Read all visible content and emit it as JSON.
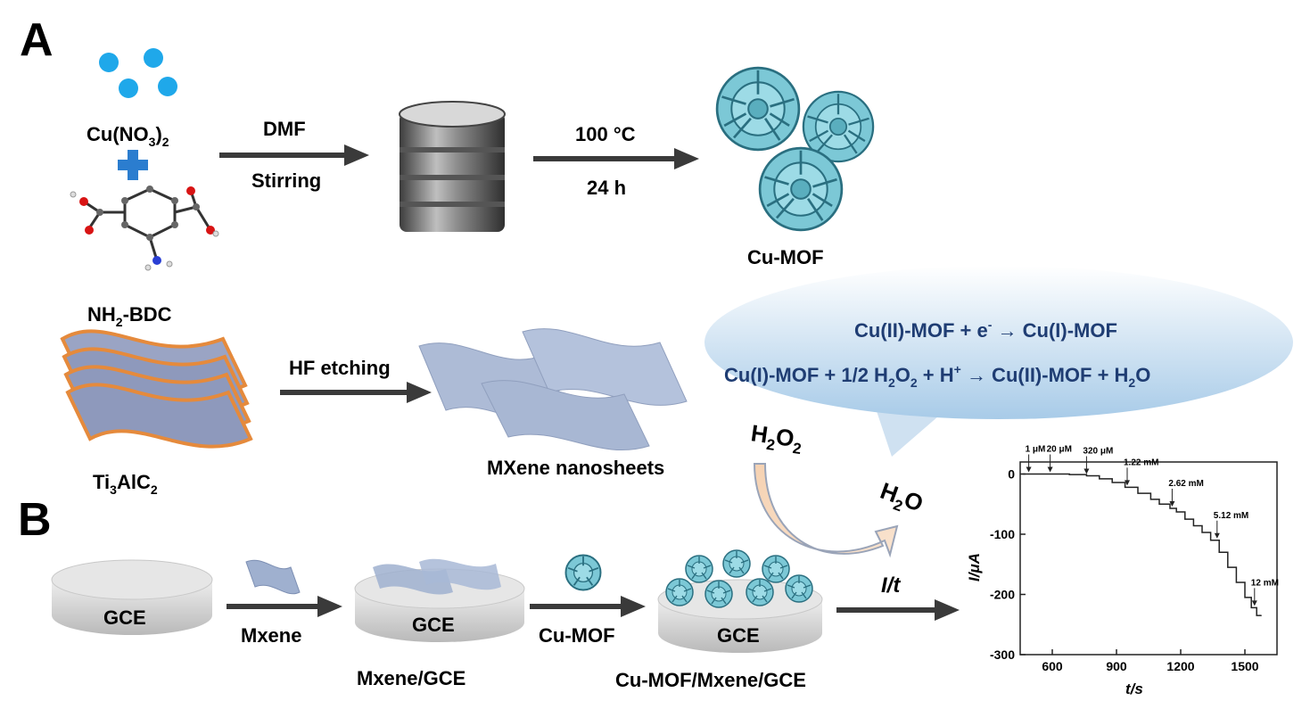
{
  "panels": {
    "a": "A",
    "b": "B"
  },
  "part_a": {
    "reagent_1": {
      "base": "Cu(NO",
      "sub": "3",
      "close": ")",
      "sub2": "2"
    },
    "ligand": {
      "pre": "NH",
      "sub": "2",
      "post": "-BDC"
    },
    "step1_top": "DMF",
    "step1_bottom": "Stirring",
    "step2_top": "100 °C",
    "step2_bottom": "24 h",
    "product": "Cu-MOF",
    "precursor": {
      "pre": "Ti",
      "sub1": "3",
      "mid": "AlC",
      "sub2": "2"
    },
    "etching": "HF etching",
    "sheets": "MXene nanosheets"
  },
  "bubble": {
    "eq1": {
      "a": "Cu(II)-MOF + e",
      "sup": "-",
      "b": " → Cu(I)-MOF"
    },
    "eq2": {
      "a": "Cu(I)-MOF + 1/2 H",
      "s1": "2",
      "b": "O",
      "s2": "2",
      "c": " + H",
      "sup": "+",
      "d": " → Cu(II)-MOF + H",
      "s3": "2",
      "e": "O"
    }
  },
  "reaction": {
    "reactant": {
      "a": "H",
      "s1": "2",
      "b": "O",
      "s2": "2"
    },
    "product": {
      "a": "H",
      "s1": "2",
      "b": "O"
    }
  },
  "part_b": {
    "electrode": "GCE",
    "step1": "Mxene",
    "stage1_caption": "Mxene/GCE",
    "step2": "Cu-MOF",
    "stage2_caption": "Cu-MOF/Mxene/GCE",
    "step3": "I/t"
  },
  "chart_data": {
    "type": "line",
    "title": "",
    "xlabel": "t/s",
    "ylabel": "I/μA",
    "xlim": [
      450,
      1650
    ],
    "ylim": [
      -300,
      20
    ],
    "xticks": [
      600,
      900,
      1200,
      1500
    ],
    "yticks": [
      0,
      -100,
      -200,
      -300
    ],
    "grid": false,
    "series": [
      {
        "values": [
          [
            460,
            0
          ],
          [
            620,
            0
          ],
          [
            680,
            -1
          ],
          [
            760,
            -3
          ],
          [
            820,
            -8
          ],
          [
            880,
            -14
          ],
          [
            940,
            -22
          ],
          [
            1000,
            -32
          ],
          [
            1060,
            -42
          ],
          [
            1100,
            -50
          ],
          [
            1150,
            -57
          ],
          [
            1180,
            -63
          ],
          [
            1220,
            -75
          ],
          [
            1260,
            -86
          ],
          [
            1300,
            -97
          ],
          [
            1340,
            -110
          ],
          [
            1380,
            -130
          ],
          [
            1420,
            -155
          ],
          [
            1460,
            -180
          ],
          [
            1500,
            -205
          ],
          [
            1530,
            -222
          ],
          [
            1555,
            -235
          ],
          [
            1575,
            -234
          ]
        ]
      }
    ],
    "annotations": [
      {
        "text": "1 μM",
        "x": 490
      },
      {
        "text": "20 μM",
        "x": 590
      },
      {
        "text": "320 μM",
        "x": 760
      },
      {
        "text": "1.22 mM",
        "x": 950
      },
      {
        "text": "2.62 mM",
        "x": 1160
      },
      {
        "text": "5.12 mM",
        "x": 1370
      },
      {
        "text": "12 mM",
        "x": 1545
      }
    ]
  }
}
